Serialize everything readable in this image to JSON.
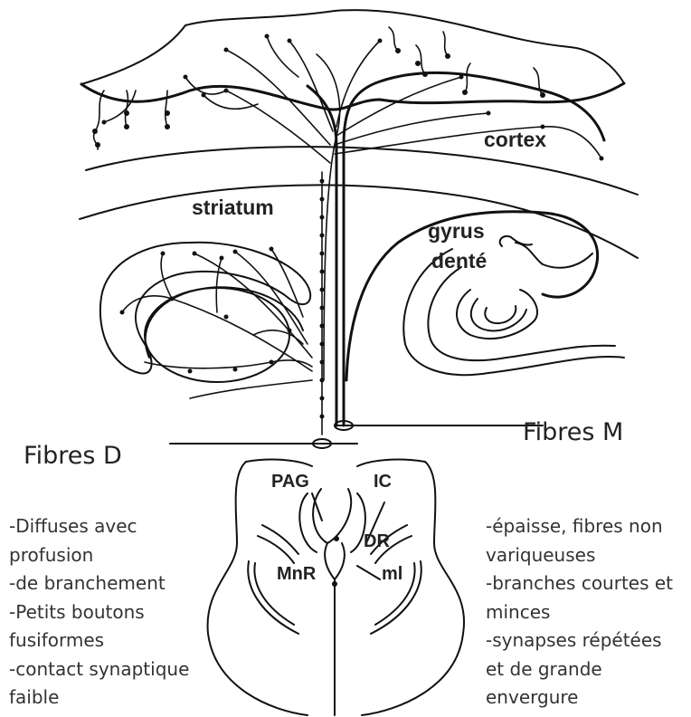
{
  "labels": {
    "cortex": "cortex",
    "striatum": "striatum",
    "gyrus": "gyrus",
    "dente": "denté",
    "pag": "PAG",
    "ic": "IC",
    "dr": "DR",
    "mnr": "MnR",
    "ml": "ml"
  },
  "fibres_d": {
    "title": "Fibres D",
    "lines": [
      "-Diffuses avec",
      "profusion",
      "-de branchement",
      "-Petits boutons",
      "fusiformes",
      "-contact synaptique",
      "faible"
    ]
  },
  "fibres_m": {
    "title": "Fibres M",
    "lines": [
      "-épaisse, fibres non",
      "variqueuses",
      "-branches courtes et",
      "minces",
      "-synapses répétées",
      "et de grande",
      "envergure"
    ]
  }
}
